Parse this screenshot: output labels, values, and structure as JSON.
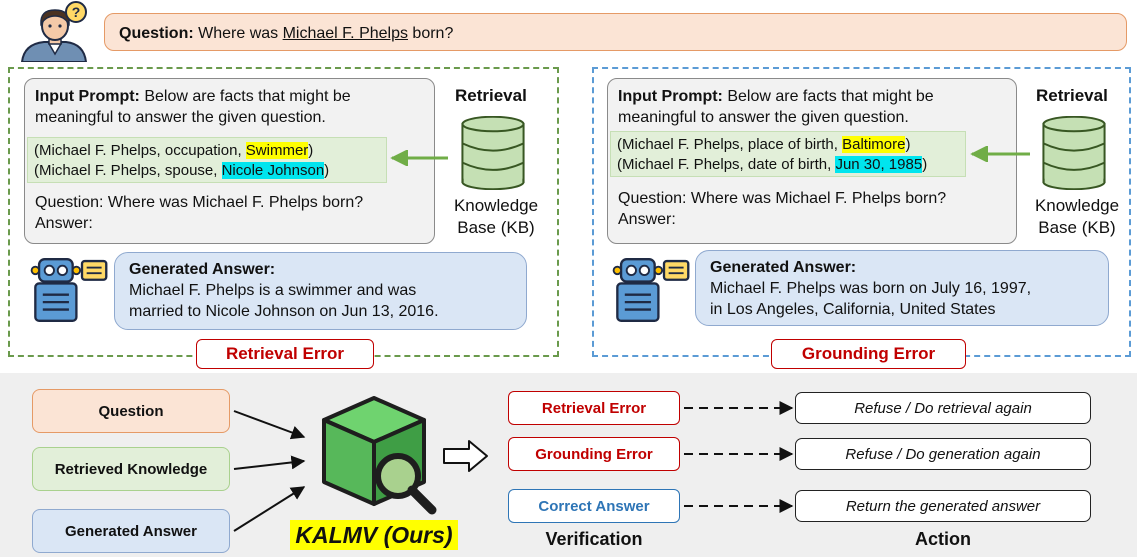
{
  "question": {
    "label": "Question:",
    "text_before": "Where was ",
    "entity": "Michael F. Phelps",
    "text_after": " born?"
  },
  "left_panel": {
    "prompt_label": "Input Prompt:",
    "prompt_text_1": " Below are facts that might be",
    "prompt_text_2": "meaningful to answer the given question.",
    "fact1_prefix": "(Michael F. Phelps, occupation, ",
    "fact1_value": "Swimmer",
    "fact1_suffix": ")",
    "fact2_prefix": "(Michael F. Phelps, spouse, ",
    "fact2_value": "Nicole Johnson",
    "fact2_suffix": ")",
    "question_line": "Question: Where was Michael F. Phelps born?",
    "answer_line": "Answer:",
    "retrieval_title": "Retrieval",
    "kb_line1": "Knowledge",
    "kb_line2": "Base (KB)",
    "gen_label": "Generated Answer:",
    "gen_line1": "Michael F. Phelps is a swimmer and was",
    "gen_line2": "married to Nicole Johnson on Jun 13, 2016.",
    "error_label": "Retrieval Error"
  },
  "right_panel": {
    "prompt_label": "Input Prompt:",
    "prompt_text_1": " Below are facts that might be",
    "prompt_text_2": "meaningful to answer the given question.",
    "fact1_prefix": "(Michael F. Phelps, place of birth, ",
    "fact1_value": "Baltimore",
    "fact1_suffix": ")",
    "fact2_prefix": "(Michael F. Phelps, date of birth, ",
    "fact2_value": "Jun 30, 1985",
    "fact2_suffix": ")",
    "question_line": "Question: Where was Michael F. Phelps born?",
    "answer_line": "Answer:",
    "retrieval_title": "Retrieval",
    "kb_line1": "Knowledge",
    "kb_line2": "Base (KB)",
    "gen_label": "Generated Answer:",
    "gen_line1": "Michael F. Phelps was born on July 16, 1997,",
    "gen_line2": "in Los Angeles, California, United States",
    "error_label": "Grounding Error"
  },
  "bottom": {
    "inputs": [
      "Question",
      "Retrieved Knowledge",
      "Generated Answer"
    ],
    "model_name": "KALMV (Ours)",
    "verification_title": "Verification",
    "action_title": "Action",
    "verifications": [
      "Retrieval Error",
      "Grounding Error",
      "Correct Answer"
    ],
    "actions": [
      "Refuse  /  Do retrieval again",
      "Refuse  /  Do generation again",
      "Return the generated answer"
    ]
  },
  "colors": {
    "left_panel_border": "#6a9a4c",
    "right_panel_border": "#5b9bd5",
    "error_red": "#c00000",
    "correct_blue": "#2e75b6",
    "question_fill": "#fbe4d5",
    "knowledge_fill": "#e2efd9",
    "answer_fill": "#dae6f5",
    "model_green": "#4caf50",
    "model_label_bg": "#ffff00"
  },
  "icons": [
    "user-question-icon",
    "database-icon",
    "robot-icon",
    "cube-magnifier-icon",
    "hollow-arrow-icon"
  ]
}
